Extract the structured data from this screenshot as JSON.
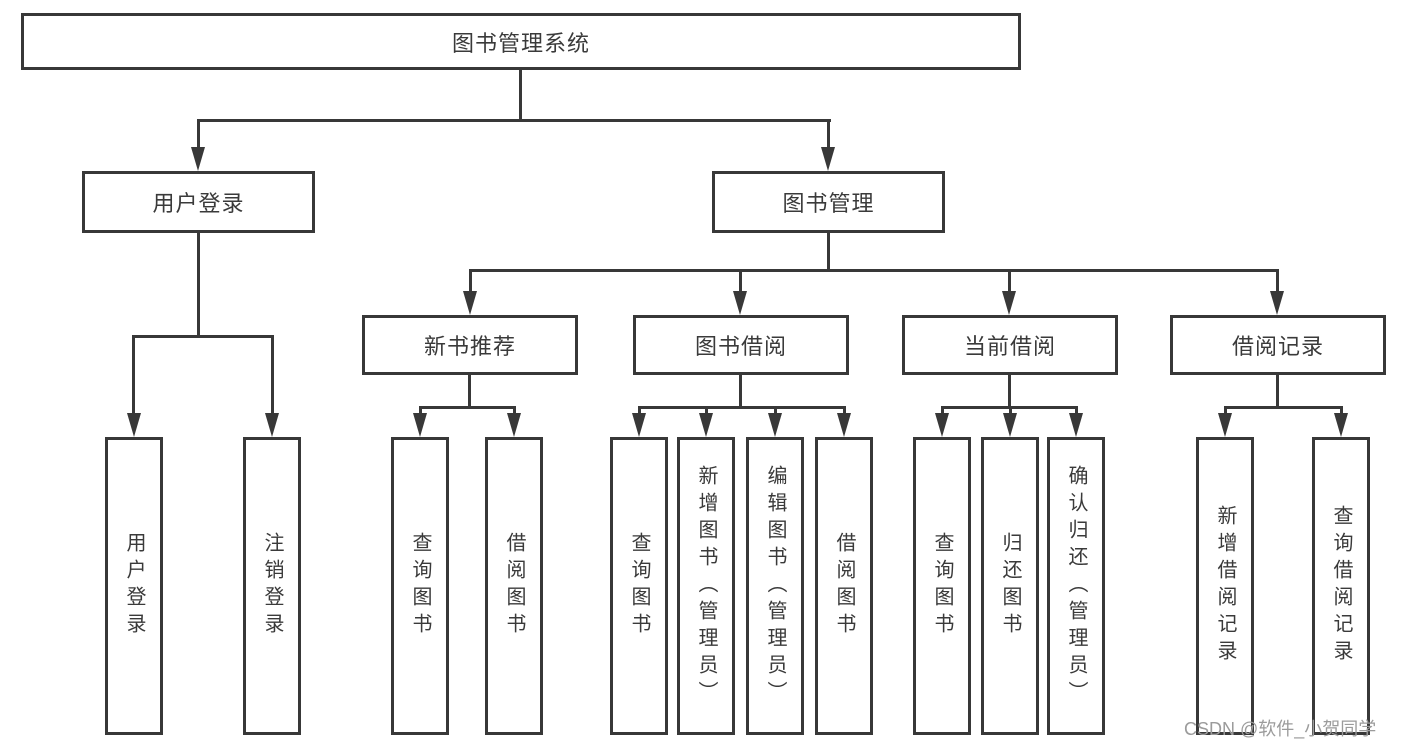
{
  "colors": {
    "line": "#383838",
    "text": "#3a3a3a",
    "background": "#ffffff",
    "watermark": "#9b9b9b"
  },
  "watermark": "CSDN @软件_小贺同学",
  "tree": {
    "label": "图书管理系统",
    "children": [
      {
        "label": "用户登录",
        "children": [
          {
            "label": "用户登录"
          },
          {
            "label": "注销登录"
          }
        ]
      },
      {
        "label": "图书管理",
        "children": [
          {
            "label": "新书推荐",
            "children": [
              {
                "label": "查询图书"
              },
              {
                "label": "借阅图书"
              }
            ]
          },
          {
            "label": "图书借阅",
            "children": [
              {
                "label": "查询图书"
              },
              {
                "label": "新增图书（管理员）"
              },
              {
                "label": "编辑图书（管理员）"
              },
              {
                "label": "借阅图书"
              }
            ]
          },
          {
            "label": "当前借阅",
            "children": [
              {
                "label": "查询图书"
              },
              {
                "label": "归还图书"
              },
              {
                "label": "确认归还（管理员）"
              }
            ]
          },
          {
            "label": "借阅记录",
            "children": [
              {
                "label": "新增借阅记录"
              },
              {
                "label": "查询借阅记录"
              }
            ]
          }
        ]
      }
    ]
  }
}
